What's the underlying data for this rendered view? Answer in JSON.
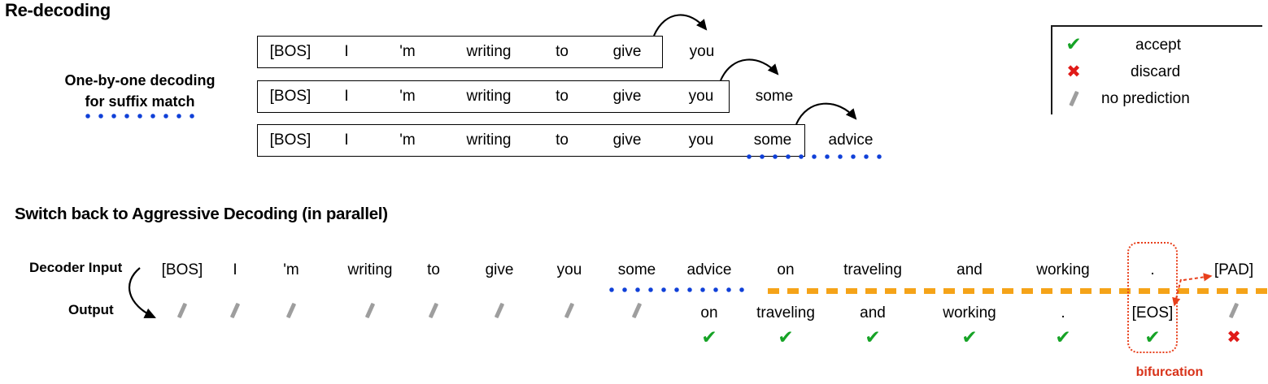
{
  "figure": {
    "section_top_title": "Re-decoding",
    "section_bottom_title": "Switch back to Aggressive Decoding (in parallel)",
    "side_caption_line1": "One-by-one decoding",
    "side_caption_line2": "for suffix match"
  },
  "legend": {
    "items": [
      {
        "icon": "check-icon",
        "symbol": "✔",
        "label": "accept",
        "color": "#16a326"
      },
      {
        "icon": "cross-icon",
        "symbol": "✖",
        "label": "discard",
        "color": "#e01b18"
      },
      {
        "icon": "slash-icon",
        "symbol": "",
        "label": "no prediction",
        "color": "#9e9e9e"
      }
    ]
  },
  "redecoding": {
    "rows": [
      {
        "boxed_tokens": [
          "[BOS]",
          "I",
          "'m",
          "writing",
          "to",
          "give"
        ],
        "outside_token": "you",
        "arrow": "curved-arrow-right"
      },
      {
        "boxed_tokens": [
          "[BOS]",
          "I",
          "'m",
          "writing",
          "to",
          "give",
          "you"
        ],
        "outside_token": "some",
        "arrow": "curved-arrow-right"
      },
      {
        "boxed_tokens": [
          "[BOS]",
          "I",
          "'m",
          "writing",
          "to",
          "give",
          "you",
          "some"
        ],
        "outside_token": "advice",
        "arrow": "curved-arrow-right"
      }
    ]
  },
  "aggressive": {
    "row_label_input": "Decoder Input",
    "row_label_output": "Output",
    "columns": [
      {
        "input": "[BOS]",
        "output": "",
        "output_icon": "slash-icon",
        "mark": ""
      },
      {
        "input": "I",
        "output": "",
        "output_icon": "slash-icon",
        "mark": ""
      },
      {
        "input": "'m",
        "output": "",
        "output_icon": "slash-icon",
        "mark": ""
      },
      {
        "input": "writing",
        "output": "",
        "output_icon": "slash-icon",
        "mark": ""
      },
      {
        "input": "to",
        "output": "",
        "output_icon": "slash-icon",
        "mark": ""
      },
      {
        "input": "give",
        "output": "",
        "output_icon": "slash-icon",
        "mark": ""
      },
      {
        "input": "you",
        "output": "",
        "output_icon": "slash-icon",
        "mark": ""
      },
      {
        "input": "some",
        "output": "",
        "output_icon": "slash-icon",
        "mark": ""
      },
      {
        "input": "advice",
        "output": "on",
        "output_icon": "",
        "mark": "check"
      },
      {
        "input": "on",
        "output": "traveling",
        "output_icon": "",
        "mark": "check"
      },
      {
        "input": "traveling",
        "output": "and",
        "output_icon": "",
        "mark": "check"
      },
      {
        "input": "and",
        "output": "working",
        "output_icon": "",
        "mark": "check"
      },
      {
        "input": "working",
        "output": ".",
        "output_icon": "",
        "mark": "check"
      },
      {
        "input": ".",
        "output": "[EOS]",
        "output_icon": "",
        "mark": "check"
      },
      {
        "input": "[PAD]",
        "output": "",
        "output_icon": "slash-icon",
        "mark": "cross"
      }
    ],
    "bifurcation_label": "bifurcation"
  },
  "colors": {
    "accept_green": "#16a326",
    "discard_red": "#e01b18",
    "bifurcation_red": "#e8401c",
    "dotted_blue": "#1040d8",
    "dashed_orange": "#f5a318",
    "no_prediction_gray": "#9e9e9e"
  }
}
